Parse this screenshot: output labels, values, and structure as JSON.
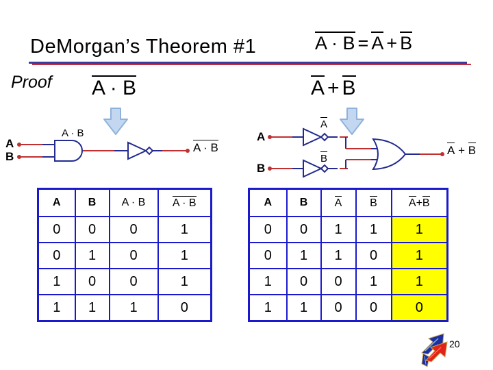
{
  "colors": {
    "table_border": "#1A1ACC",
    "highlight": "#FFFF00",
    "wire_red": "#C03030",
    "gate_navy": "#232B8F",
    "arrow_fill": "#C3D8F0",
    "arrow_border": "#8FB2DC",
    "divider_blue": "#3A3A9C",
    "divider_red": "#C03040"
  },
  "slide": {
    "title": "DeMorgan’s Theorem #1",
    "proof_label": "Proof",
    "page_number": "20"
  },
  "title_formula": {
    "lhs": "A · B",
    "eq": "=",
    "a": "A",
    "plus": "+",
    "b": "B"
  },
  "left_proof": {
    "expression": "A · B",
    "circuit": {
      "input_a": "A",
      "input_b": "B",
      "and_label": "A · B",
      "output_label": "A · B"
    },
    "table": {
      "headers": {
        "a": "A",
        "b": "B",
        "ab": "A · B",
        "nab": "A · B"
      },
      "rows": [
        [
          "0",
          "0",
          "0",
          "1"
        ],
        [
          "0",
          "1",
          "0",
          "1"
        ],
        [
          "1",
          "0",
          "0",
          "1"
        ],
        [
          "1",
          "1",
          "1",
          "0"
        ]
      ]
    }
  },
  "right_proof": {
    "expression": {
      "a": "A",
      "plus": "+",
      "b": "B"
    },
    "circuit": {
      "input_a": "A",
      "input_b": "B",
      "not_a_label": "A",
      "not_b_label": "B",
      "output": {
        "a": "A",
        "plus": "+",
        "b": "B"
      }
    },
    "table": {
      "headers": {
        "a": "A",
        "b": "B",
        "na": "A",
        "nb": "B",
        "or": {
          "a": "A",
          "plus": "+",
          "b": "B"
        }
      },
      "rows": [
        [
          "0",
          "0",
          "1",
          "1",
          "1"
        ],
        [
          "0",
          "1",
          "1",
          "0",
          "1"
        ],
        [
          "1",
          "0",
          "0",
          "1",
          "1"
        ],
        [
          "1",
          "1",
          "0",
          "0",
          "0"
        ]
      ]
    }
  }
}
